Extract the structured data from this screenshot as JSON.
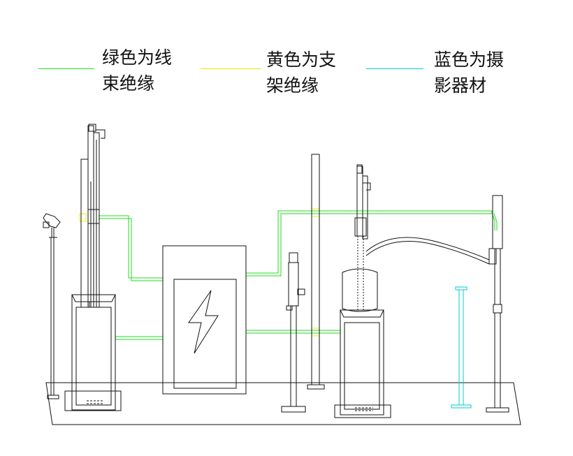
{
  "legend": {
    "items": [
      {
        "line1": "绿色为线",
        "line2": "束绝缘",
        "color": "#22dd22"
      },
      {
        "line1": "黄色为支",
        "line2": "架绝缘",
        "color": "#e5e500"
      },
      {
        "line1": "蓝色为摄",
        "line2": "影器材",
        "color": "#00cccc"
      }
    ]
  },
  "colors": {
    "green": "#22dd22",
    "yellow": "#f0f000",
    "cyan": "#00cccc",
    "ink": "#111111"
  },
  "icons": {
    "cabinet_symbol": "lightning-bolt"
  }
}
